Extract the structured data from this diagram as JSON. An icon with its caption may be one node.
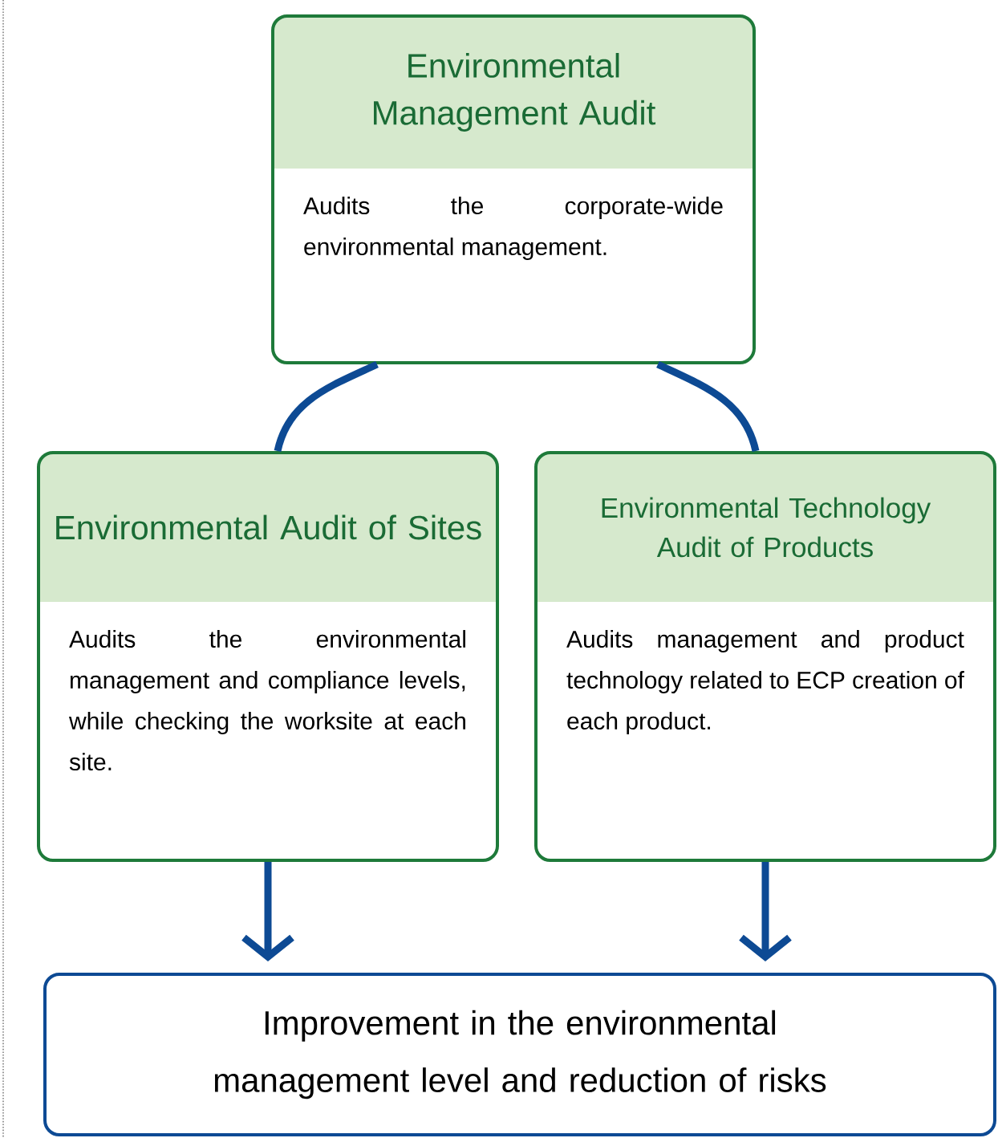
{
  "diagram": {
    "nodes": [
      {
        "text": [
          "Environmental Management Audit",
          "Audits the corporate-wide environmental management."
        ]
      },
      {
        "text": [
          "Environmental Audit of Sites",
          "Audits the environmental management and compliance levels, while checking the worksite at each site."
        ]
      },
      {
        "text": [
          "Environmental Technology Audit of Products",
          "Audits management and product technology related to ECP creation of each product."
        ]
      },
      {
        "text": [
          "Improvement in the environmental management level and reduction of risks"
        ]
      }
    ],
    "edges": [
      {
        "from": 0,
        "to": 1,
        "arrow": "none"
      },
      {
        "from": 0,
        "to": 2,
        "arrow": "none"
      },
      {
        "from": 1,
        "to": 3,
        "arrow": "to"
      },
      {
        "from": 2,
        "to": 3,
        "arrow": "to"
      }
    ]
  }
}
